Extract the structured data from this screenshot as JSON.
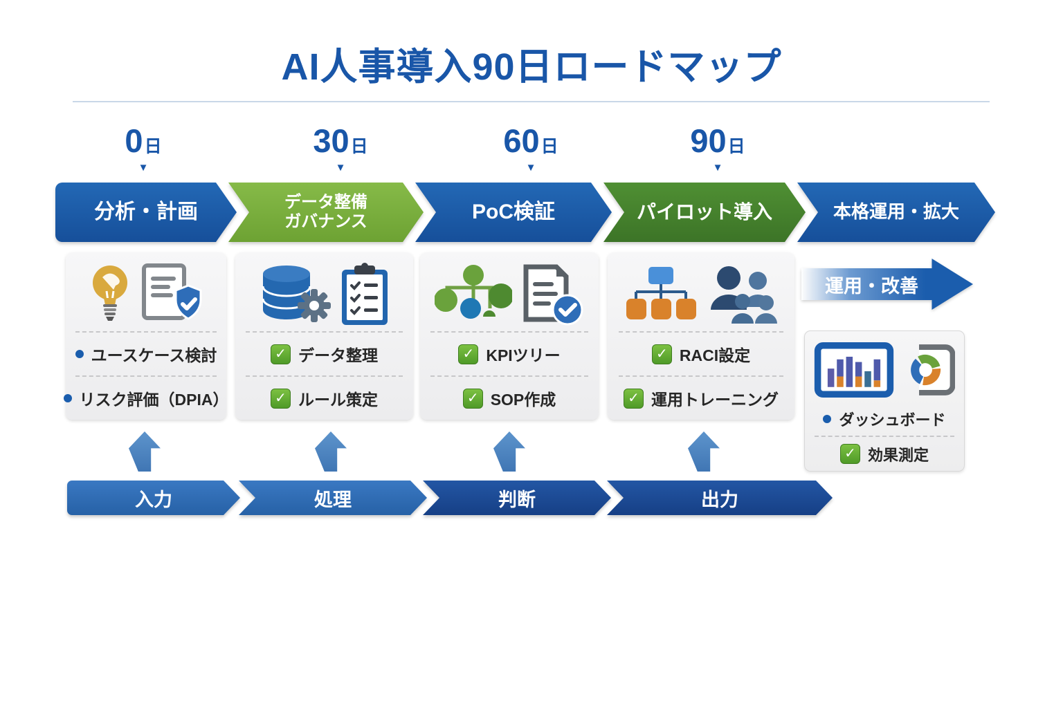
{
  "title": "AI人事導入90日ロードマップ",
  "colors": {
    "accent_blue": "#1956a8",
    "banner_blue": "#1b5dad",
    "banner_green_light": "#7cb23f",
    "banner_green_dark": "#47862f",
    "flow_blue_light": "#2e6cb5",
    "flow_blue_dark": "#1c4d99",
    "check_green": "#5fa832",
    "card_background": "#f1f1f2"
  },
  "timeline": {
    "markers": [
      {
        "value": "0",
        "unit": "日"
      },
      {
        "value": "30",
        "unit": "日"
      },
      {
        "value": "60",
        "unit": "日"
      },
      {
        "value": "90",
        "unit": "日"
      }
    ]
  },
  "phases": [
    {
      "label": "分析・計画",
      "color": "blue"
    },
    {
      "line1": "データ整備",
      "line2": "ガバナンス",
      "color": "green-light"
    },
    {
      "label": "PoC検証",
      "color": "blue"
    },
    {
      "label": "パイロット導入",
      "color": "green-dark"
    },
    {
      "label": "本格運用・拡大",
      "color": "blue"
    }
  ],
  "cards": [
    {
      "icons": [
        "lightbulb-icon",
        "document-shield-icon"
      ],
      "items": [
        {
          "marker": "bullet",
          "text": "ユースケース検討"
        },
        {
          "marker": "bullet",
          "text": "リスク評価（DPIA）"
        }
      ]
    },
    {
      "icons": [
        "database-gear-icon",
        "clipboard-checklist-icon"
      ],
      "items": [
        {
          "marker": "check",
          "text": "データ整理"
        },
        {
          "marker": "check",
          "text": "ルール策定"
        }
      ]
    },
    {
      "icons": [
        "tree-diagram-icon",
        "document-check-icon"
      ],
      "items": [
        {
          "marker": "check",
          "text": "KPIツリー"
        },
        {
          "marker": "check",
          "text": "SOP作成"
        }
      ]
    },
    {
      "icons": [
        "org-chart-icon",
        "people-group-icon"
      ],
      "items": [
        {
          "marker": "check",
          "text": "RACI設定"
        },
        {
          "marker": "check",
          "text": "運用トレーニング"
        }
      ]
    }
  ],
  "operation_arrow": {
    "label": "運用・改善"
  },
  "dashboard_card": {
    "icons": [
      "bar-chart-monitor-icon",
      "donut-chart-icon"
    ],
    "items": [
      {
        "marker": "bullet",
        "text": "ダッシュボード"
      },
      {
        "marker": "check",
        "text": "効果測定"
      }
    ]
  },
  "bottom_flow": [
    {
      "label": "入力"
    },
    {
      "label": "処理"
    },
    {
      "label": "判断"
    },
    {
      "label": "出力"
    }
  ],
  "check_glyph": "✓",
  "triangle_glyph": "▼"
}
